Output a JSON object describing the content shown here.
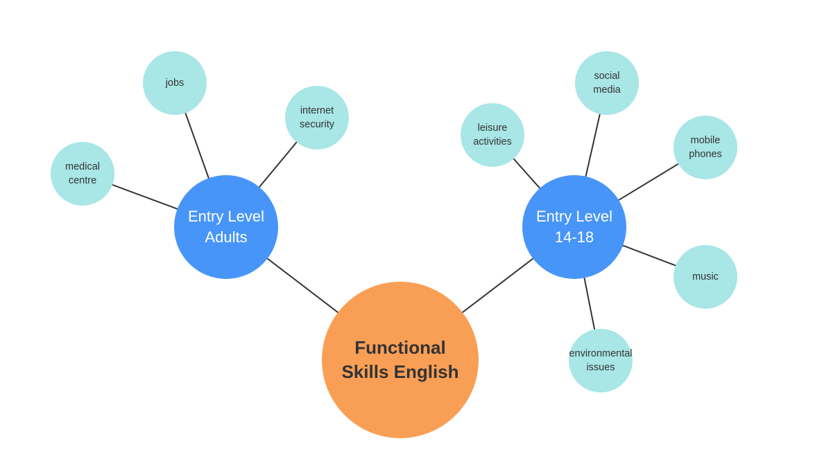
{
  "colors": {
    "root": "#f99f55",
    "branch": "#4795f8",
    "leaf": "#a9e6e6",
    "line": "#333333"
  },
  "root": {
    "label": "Functional\nSkills English"
  },
  "branches": [
    {
      "label": "Entry Level\nAdults",
      "children": [
        "jobs",
        "internet\nsecurity",
        "medical\ncentre"
      ]
    },
    {
      "label": "Entry Level\n14-18",
      "children": [
        "leisure\nactivities",
        "social\nmedia",
        "mobile\nphones",
        "music",
        "environmental\nissues"
      ]
    }
  ]
}
